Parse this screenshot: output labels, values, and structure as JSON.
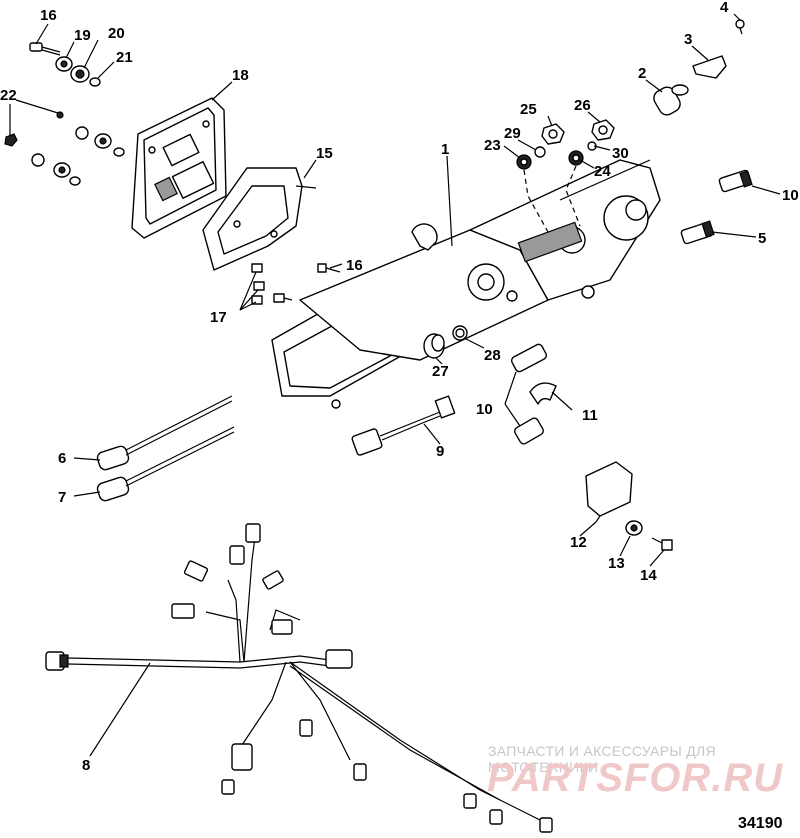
{
  "callouts": [
    {
      "id": "c16a",
      "text": "16"
    },
    {
      "id": "c19",
      "text": "19"
    },
    {
      "id": "c20",
      "text": "20"
    },
    {
      "id": "c21",
      "text": "21"
    },
    {
      "id": "c22",
      "text": "22"
    },
    {
      "id": "c18",
      "text": "18"
    },
    {
      "id": "c4",
      "text": "4"
    },
    {
      "id": "c3",
      "text": "3"
    },
    {
      "id": "c2",
      "text": "2"
    },
    {
      "id": "c25",
      "text": "25"
    },
    {
      "id": "c26",
      "text": "26"
    },
    {
      "id": "c29",
      "text": "29"
    },
    {
      "id": "c23",
      "text": "23"
    },
    {
      "id": "c30",
      "text": "30"
    },
    {
      "id": "c24",
      "text": "24"
    },
    {
      "id": "c1",
      "text": "1"
    },
    {
      "id": "c15",
      "text": "15"
    },
    {
      "id": "c10a",
      "text": "10"
    },
    {
      "id": "c5",
      "text": "5"
    },
    {
      "id": "c16b",
      "text": "16"
    },
    {
      "id": "c17",
      "text": "17"
    },
    {
      "id": "c28",
      "text": "28"
    },
    {
      "id": "c27",
      "text": "27"
    },
    {
      "id": "c10b",
      "text": "10"
    },
    {
      "id": "c11",
      "text": "11"
    },
    {
      "id": "c9",
      "text": "9"
    },
    {
      "id": "c6",
      "text": "6"
    },
    {
      "id": "c7",
      "text": "7"
    },
    {
      "id": "c12",
      "text": "12"
    },
    {
      "id": "c13",
      "text": "13"
    },
    {
      "id": "c14",
      "text": "14"
    },
    {
      "id": "c8",
      "text": "8"
    }
  ],
  "watermark": {
    "caption": "ЗАПЧАСТИ И АКСЕССУАРЫ ДЛЯ МОТОТЕХНИКИ",
    "logo": "PARTSFOR.RU"
  },
  "diagram_code": "34190"
}
